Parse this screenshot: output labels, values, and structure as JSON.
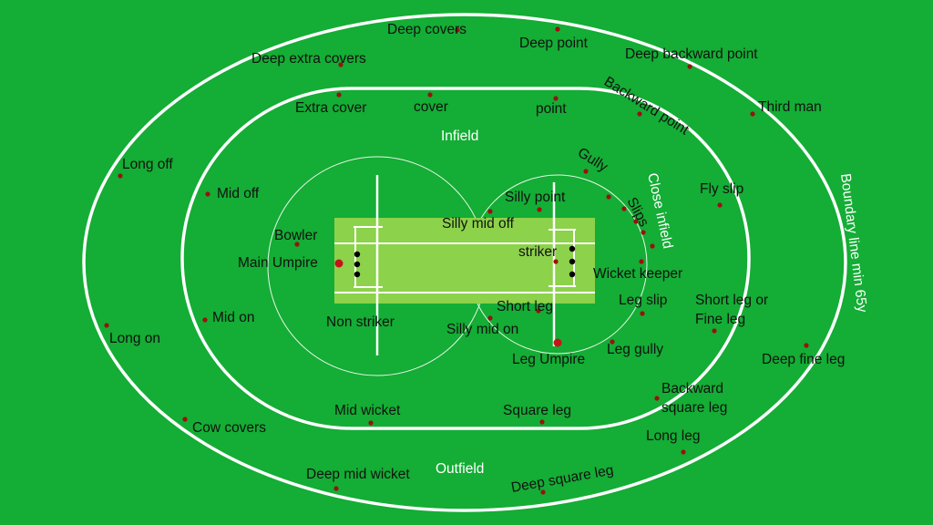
{
  "colors": {
    "grass": "#14ad35",
    "pitch": "#8cd24a",
    "lines": "#ffffff",
    "player_dot": "#9a1010",
    "label_text": "#111111",
    "zone_text": "#ffffff"
  },
  "zones": {
    "infield": "Infield",
    "outfield": "Outfield",
    "close_infield": "Close infield",
    "boundary": "Boundary line min 65y"
  },
  "positions": {
    "deep_covers": "Deep covers",
    "deep_point": "Deep point",
    "deep_extra_covers": "Deep extra covers",
    "deep_backward_point": "Deep backward point",
    "backward_point": "Backward point",
    "third_man": "Third man",
    "extra_cover": "Extra cover",
    "cover": "cover",
    "point": "point",
    "gully": "Gully",
    "long_off": "Long off",
    "mid_off": "Mid off",
    "fly_slip": "Fly slip",
    "silly_point": "Silly point",
    "slips": "Slips",
    "silly_mid_off": "Silly mid off",
    "bowler": "Bowler",
    "striker": "striker",
    "main_umpire": "Main Umpire",
    "wicket_keeper": "Wicket keeper",
    "short_leg": "Short leg",
    "leg_slip": "Leg slip",
    "short_leg_or_fine_leg": [
      "Short leg or",
      "Fine leg"
    ],
    "mid_on": "Mid on",
    "non_striker": "Non striker",
    "silly_mid_on": "Silly mid on",
    "long_on": "Long on",
    "leg_gully": "Leg gully",
    "leg_umpire": "Leg Umpire",
    "deep_fine_leg": "Deep fine leg",
    "backward_square_leg": [
      "Backward",
      "square leg"
    ],
    "mid_wicket": "Mid wicket",
    "square_leg": "Square leg",
    "cow_covers": "Cow covers",
    "long_leg": "Long leg",
    "deep_mid_wicket": "Deep mid wicket",
    "deep_square_leg": "Deep square leg"
  }
}
